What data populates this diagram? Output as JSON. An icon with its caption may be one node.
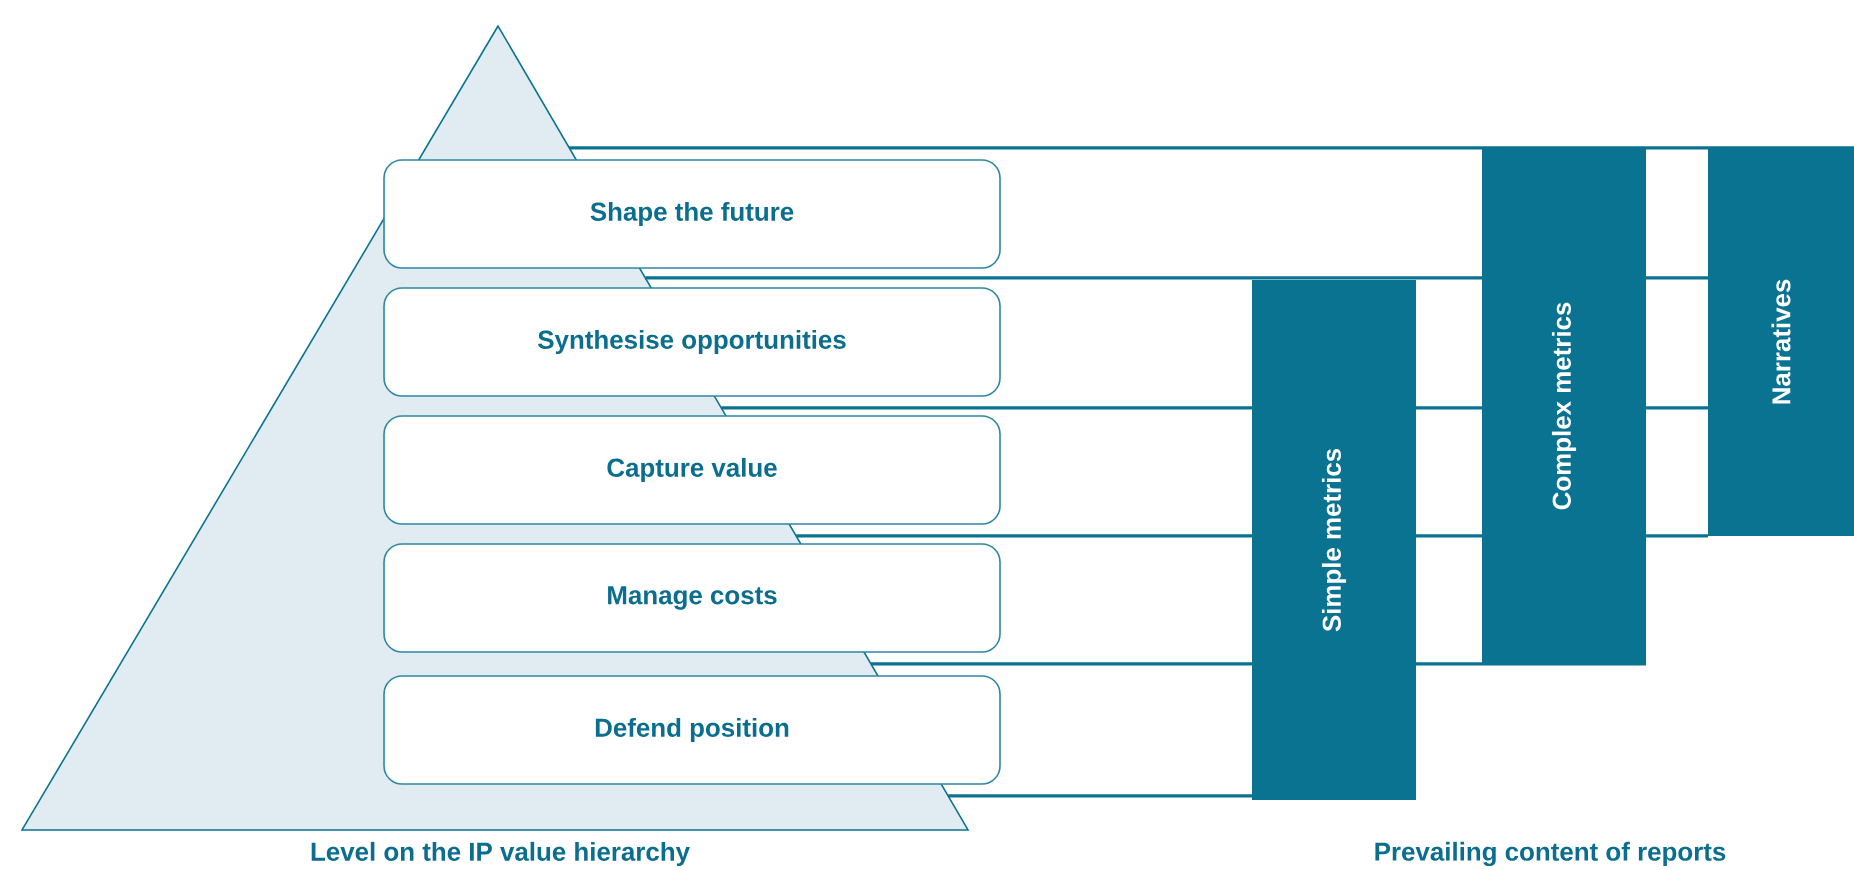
{
  "diagram": {
    "nodes": [
      {
        "text": [
          "Shape the future"
        ]
      },
      {
        "text": [
          "Synthesise opportunities"
        ]
      },
      {
        "text": [
          "Capture value"
        ]
      },
      {
        "text": [
          "Manage costs"
        ]
      },
      {
        "text": [
          "Defend position"
        ]
      },
      {
        "text": [
          "Simple metrics"
        ]
      },
      {
        "text": [
          "Complex metrics"
        ]
      },
      {
        "text": [
          "Narratives"
        ]
      }
    ],
    "labels": [
      "Level on the IP value hierarchy",
      "Prevailing content of reports"
    ]
  }
}
